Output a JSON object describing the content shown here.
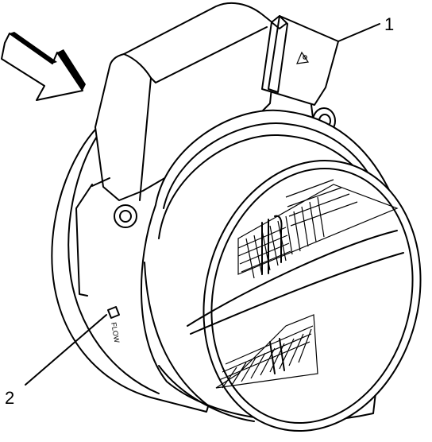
{
  "callouts": [
    {
      "id": "1",
      "label": "1"
    },
    {
      "id": "2",
      "label": "2"
    }
  ],
  "housing_marking": "FLOW",
  "colors": {
    "line": "#000000",
    "fill": "#ffffff"
  }
}
